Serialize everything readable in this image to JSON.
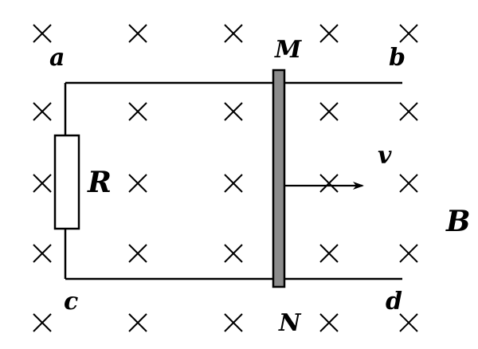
{
  "labels": {
    "a": "a",
    "b": "b",
    "c": "c",
    "d": "d",
    "M": "M",
    "N": "N",
    "R": "R",
    "v": "v",
    "B": "B"
  },
  "field": {
    "rows": 5,
    "cols": 5,
    "symbol": "into-page-cross"
  },
  "colors": {
    "ink": "#000000",
    "rod_fill": "#8c8c8c",
    "background": "#ffffff"
  }
}
